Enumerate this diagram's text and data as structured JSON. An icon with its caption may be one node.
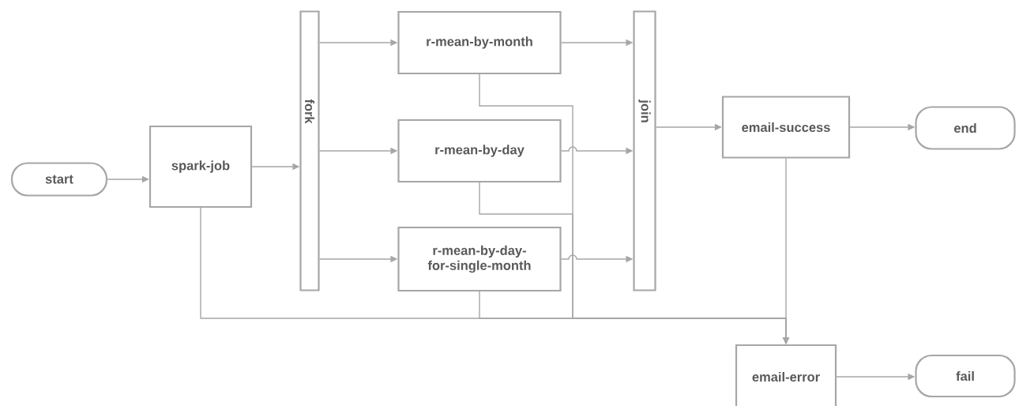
{
  "diagram": {
    "nodes": [
      {
        "text": [
          "start"
        ]
      },
      {
        "text": [
          "spark-job"
        ]
      },
      {
        "text": [
          "fork"
        ]
      },
      {
        "text": [
          "r-mean-by-month"
        ]
      },
      {
        "text": [
          "r-mean-by-day"
        ]
      },
      {
        "text": [
          "r-mean-by-day-for-single-month"
        ]
      },
      {
        "text": [
          "join"
        ]
      },
      {
        "text": [
          "email-success"
        ]
      },
      {
        "text": [
          "end"
        ]
      },
      {
        "text": [
          "email-error"
        ]
      },
      {
        "text": [
          "fail"
        ]
      }
    ],
    "edges": [
      {
        "from": 0,
        "to": 1,
        "arrow": "to"
      },
      {
        "from": 1,
        "to": 2,
        "arrow": "to"
      },
      {
        "from": 2,
        "to": 3,
        "arrow": "to"
      },
      {
        "from": 2,
        "to": 4,
        "arrow": "to"
      },
      {
        "from": 2,
        "to": 5,
        "arrow": "to"
      },
      {
        "from": 3,
        "to": 6,
        "arrow": "to"
      },
      {
        "from": 4,
        "to": 6,
        "arrow": "to"
      },
      {
        "from": 5,
        "to": 6,
        "arrow": "to"
      },
      {
        "from": 6,
        "to": 7,
        "arrow": "to"
      },
      {
        "from": 7,
        "to": 8,
        "arrow": "to"
      },
      {
        "from": 7,
        "to": 9,
        "arrow": "to"
      },
      {
        "from": 1,
        "to": 9,
        "arrow": "to"
      },
      {
        "from": 3,
        "to": 9,
        "arrow": "to"
      },
      {
        "from": 4,
        "to": 9,
        "arrow": "to"
      },
      {
        "from": 5,
        "to": 9,
        "arrow": "to"
      },
      {
        "from": 9,
        "to": 10,
        "arrow": "to"
      }
    ]
  }
}
